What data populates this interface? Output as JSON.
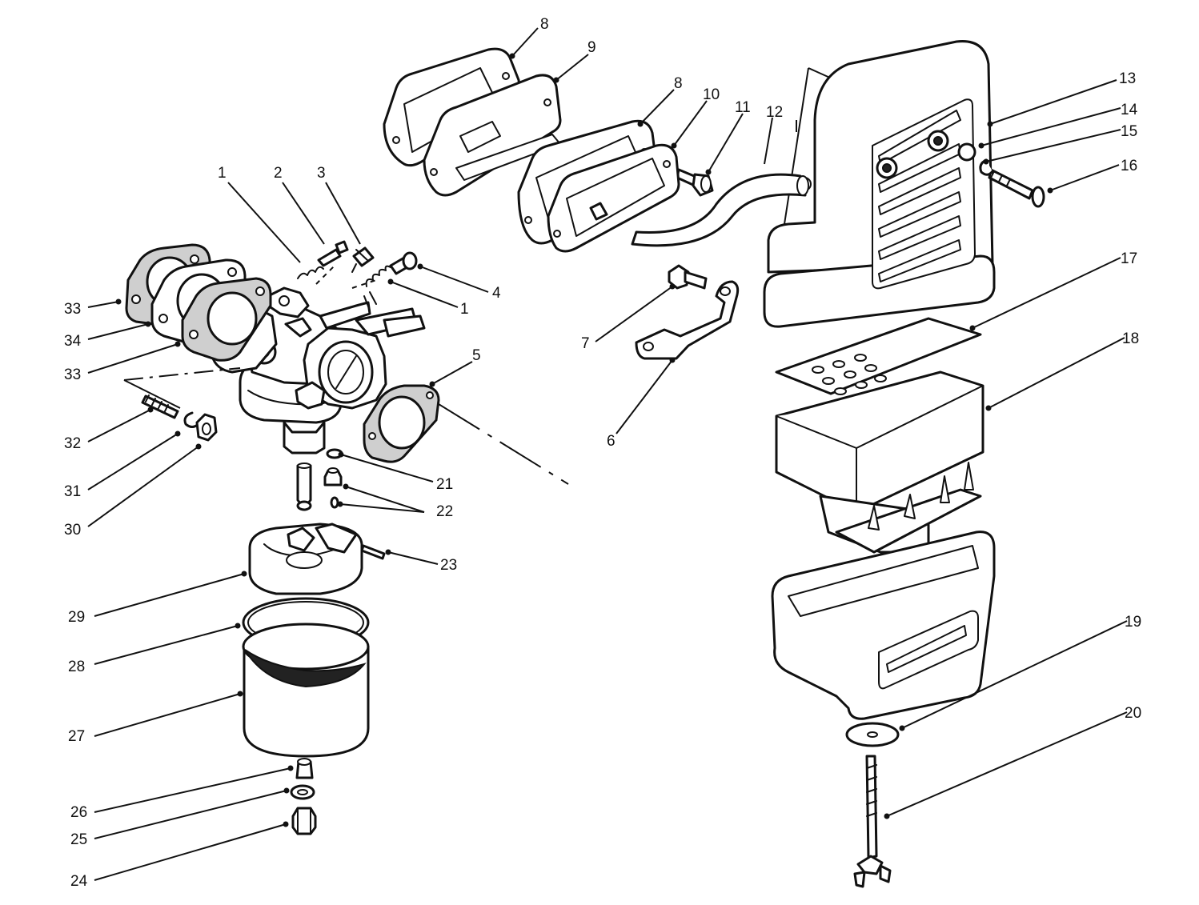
{
  "callouts": [
    {
      "id": "c1a",
      "text": "1"
    },
    {
      "id": "c2",
      "text": "2"
    },
    {
      "id": "c3",
      "text": "3"
    },
    {
      "id": "c4",
      "text": "4"
    },
    {
      "id": "c1b",
      "text": "1"
    },
    {
      "id": "c5",
      "text": "5"
    },
    {
      "id": "c6",
      "text": "6"
    },
    {
      "id": "c7",
      "text": "7"
    },
    {
      "id": "c8a",
      "text": "8"
    },
    {
      "id": "c9",
      "text": "9"
    },
    {
      "id": "c8b",
      "text": "8"
    },
    {
      "id": "c10",
      "text": "10"
    },
    {
      "id": "c11",
      "text": "11"
    },
    {
      "id": "c12",
      "text": "12"
    },
    {
      "id": "c13",
      "text": "13"
    },
    {
      "id": "c14",
      "text": "14"
    },
    {
      "id": "c15",
      "text": "15"
    },
    {
      "id": "c16",
      "text": "16"
    },
    {
      "id": "c17",
      "text": "17"
    },
    {
      "id": "c18",
      "text": "18"
    },
    {
      "id": "c19",
      "text": "19"
    },
    {
      "id": "c20",
      "text": "20"
    },
    {
      "id": "c21",
      "text": "21"
    },
    {
      "id": "c22",
      "text": "22"
    },
    {
      "id": "c23",
      "text": "23"
    },
    {
      "id": "c24",
      "text": "24"
    },
    {
      "id": "c25",
      "text": "25"
    },
    {
      "id": "c26",
      "text": "26"
    },
    {
      "id": "c27",
      "text": "27"
    },
    {
      "id": "c28",
      "text": "28"
    },
    {
      "id": "c29",
      "text": "29"
    },
    {
      "id": "c30",
      "text": "30"
    },
    {
      "id": "c31",
      "text": "31"
    },
    {
      "id": "c32",
      "text": "32"
    },
    {
      "id": "c33a",
      "text": "33"
    },
    {
      "id": "c34",
      "text": "34"
    },
    {
      "id": "c33b",
      "text": "33"
    }
  ]
}
